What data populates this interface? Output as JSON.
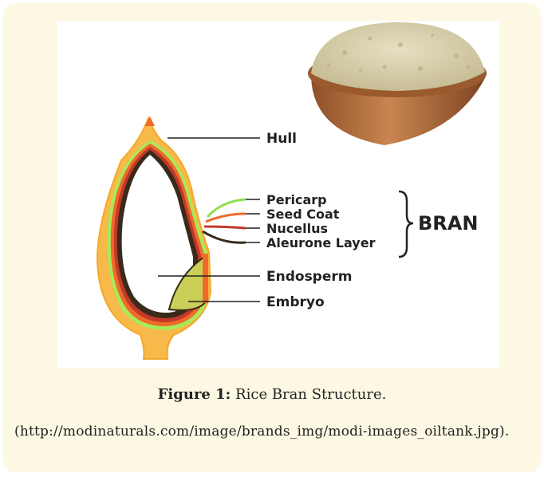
{
  "figure": {
    "labels": {
      "hull": "Hull",
      "pericarp": "Pericarp",
      "seed_coat": "Seed Coat",
      "nucellus": "Nucellus",
      "aleurone": "Aleurone Layer",
      "bran": "BRAN",
      "endosperm": "Endosperm",
      "embryo": "Embryo"
    },
    "colors": {
      "hull": "#f7b94a",
      "pericarp": "#8ee04a",
      "seed_coat": "#f06a2a",
      "nucellus": "#c0392b",
      "aleurone": "#3a2a1a",
      "endosperm": "#ffffff",
      "embryo": "#c9cf57",
      "bowl": "#b0703e",
      "bran_powder": "#d8d0ae"
    }
  },
  "caption": {
    "label": "Figure 1:",
    "text": " Rice Bran Structure."
  },
  "source": {
    "text": "(http://modinaturals.com/image/brands_img/modi-images_oiltank.jpg)."
  }
}
